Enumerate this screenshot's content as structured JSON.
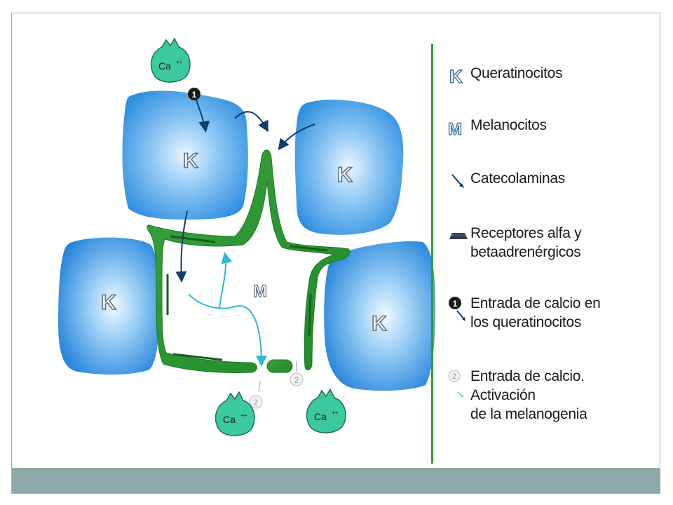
{
  "diagram": {
    "cells": {
      "keratinocyte_label": "K",
      "melanocyte_label": "M"
    },
    "ions": {
      "calcium_label": "Ca",
      "calcium_charge": "++"
    },
    "markers": {
      "step1": "1",
      "step2": "2"
    }
  },
  "legend": {
    "items": [
      {
        "icon": "k-letter-icon",
        "text": "Queratinocitos"
      },
      {
        "icon": "m-letter-icon",
        "text": "Melanocitos"
      },
      {
        "icon": "arrow-icon",
        "text": "Catecolaminas"
      },
      {
        "icon": "receptor-icon",
        "text": "Receptores alfa y\nbetaadrenérgicos"
      },
      {
        "icon": "step-one-icon",
        "text": "Entrada de calcio en\nlos queratinocitos"
      },
      {
        "icon": "step-two-icon",
        "text": "Entrada de calcio.\nActivación\nde la melanogenia"
      }
    ]
  },
  "colors": {
    "keratinocyte": "#2f8fe0",
    "melanocyte": "#2f9a35",
    "calcium": "#3cc9a0",
    "arrow": "#0f3e6a",
    "footer": "#8ea9a9"
  }
}
